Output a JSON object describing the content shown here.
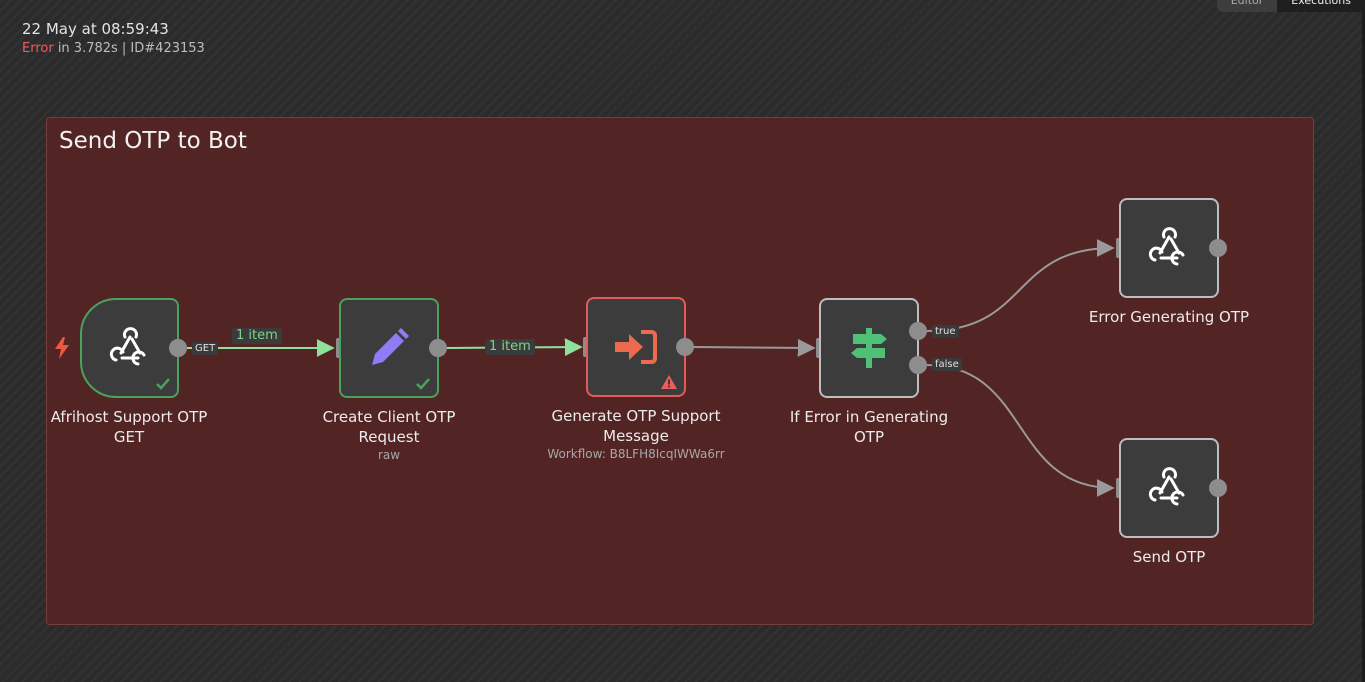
{
  "execution": {
    "date": "22 May at 08:59:43",
    "status": "Error",
    "detail": " in 3.782s | ID#423153"
  },
  "top_toggle": {
    "left_label": "Editor",
    "right_label": "Executions"
  },
  "group": {
    "title": "Send OTP to Bot"
  },
  "nodes": {
    "afrihost": {
      "label_line1": "Afrihost Support OTP",
      "label_line2": "GET",
      "icon": "webhook-icon",
      "output_tag": "GET",
      "state": "success"
    },
    "create_client": {
      "label_line1": "Create Client OTP",
      "label_line2": "Request",
      "subtitle": "raw",
      "icon": "pencil-icon",
      "state": "success"
    },
    "generate_otp": {
      "label_line1": "Generate OTP Support",
      "label_line2": "Message",
      "subtitle": "Workflow: B8LFH8IcqIWWa6rr",
      "icon": "execute-workflow-icon",
      "state": "error"
    },
    "if_error": {
      "label_line1": "If Error in Generating",
      "label_line2": "OTP",
      "icon": "signpost-icon",
      "true_tag": "true",
      "false_tag": "false"
    },
    "error_generating": {
      "label": "Error Generating OTP",
      "icon": "webhook-icon"
    },
    "send_otp": {
      "label": "Send OTP",
      "icon": "webhook-icon"
    }
  },
  "connections": {
    "item_count_1": "1 item",
    "item_count_2": "1 item"
  },
  "colors": {
    "success": "#4aa25c",
    "error": "#e45a5a",
    "item_count": "#7ed38a",
    "group_bg": "#562424"
  }
}
